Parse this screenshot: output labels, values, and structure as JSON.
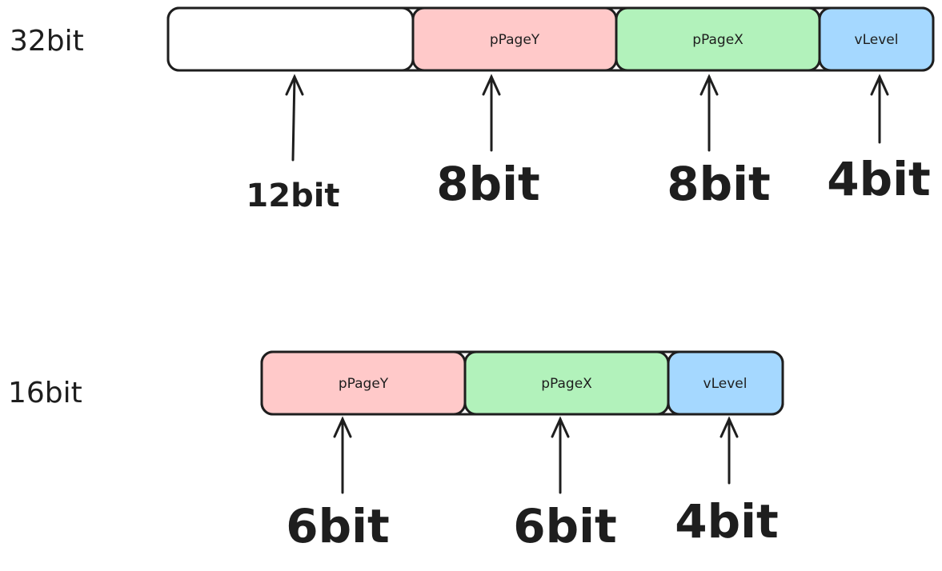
{
  "rows": [
    {
      "label": "32bit",
      "segments": [
        {
          "name": "",
          "bits": "12bit",
          "color": "#ffffff"
        },
        {
          "name": "pPageY",
          "bits": "8bit",
          "color": "#ffc9c9"
        },
        {
          "name": "pPageX",
          "bits": "8bit",
          "color": "#b2f2bb"
        },
        {
          "name": "vLevel",
          "bits": "4bit",
          "color": "#a5d8ff"
        }
      ]
    },
    {
      "label": "16bit",
      "segments": [
        {
          "name": "pPageY",
          "bits": "6bit",
          "color": "#ffc9c9"
        },
        {
          "name": "pPageX",
          "bits": "6bit",
          "color": "#b2f2bb"
        },
        {
          "name": "vLevel",
          "bits": "4bit",
          "color": "#a5d8ff"
        }
      ]
    }
  ]
}
